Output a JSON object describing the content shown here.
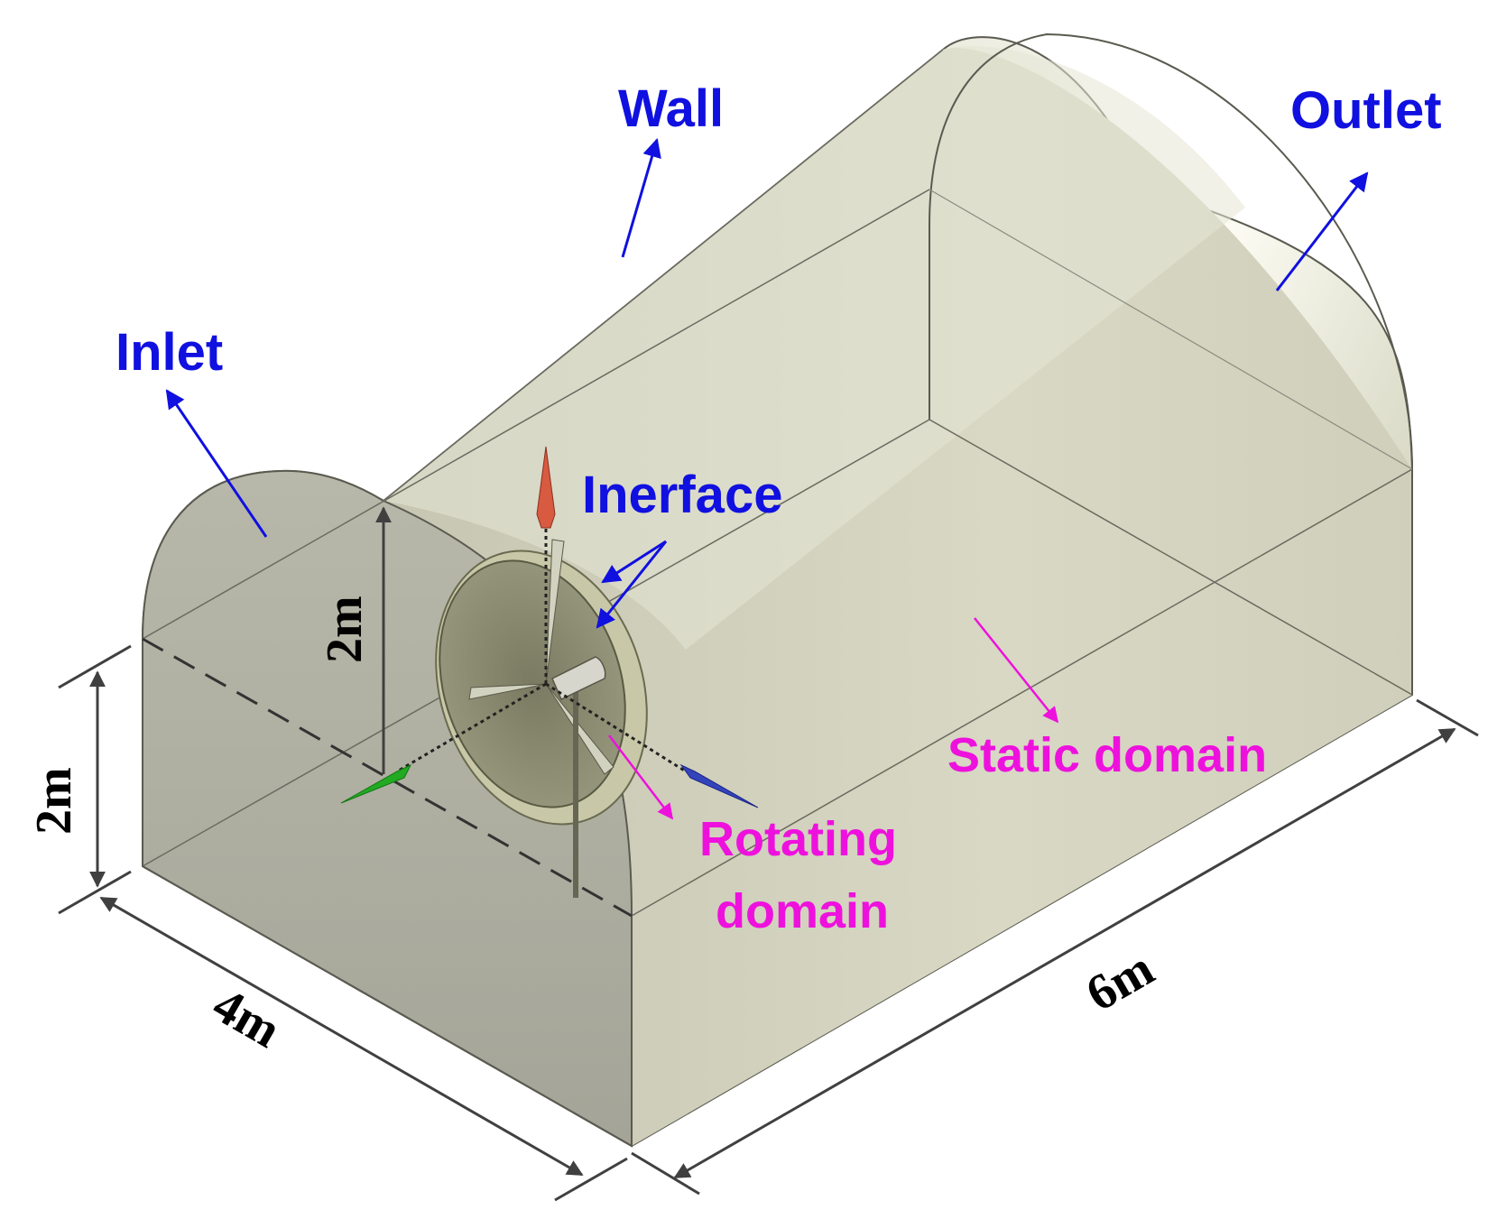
{
  "labels": {
    "wall": "Wall",
    "outlet": "Outlet",
    "inlet": "Inlet",
    "interface": "Inerface",
    "static_domain": "Static domain",
    "rotating_domain_line1": "Rotating",
    "rotating_domain_line2": "domain"
  },
  "dimensions": {
    "height_inlet": "2m",
    "height_side": "2m",
    "width": "4m",
    "length": "6m"
  },
  "colors": {
    "boundary_label": "#1010e0",
    "domain_label": "#ee11dd",
    "dimension_label": "#000000",
    "body_fill": "#d4d4c0",
    "shadow_face": "#a9a99c",
    "edge": "#5a5a50"
  },
  "icons": {
    "axis_triad": "xyz-axis-triad-icon",
    "turbine": "vertical-axis-turbine-icon"
  }
}
